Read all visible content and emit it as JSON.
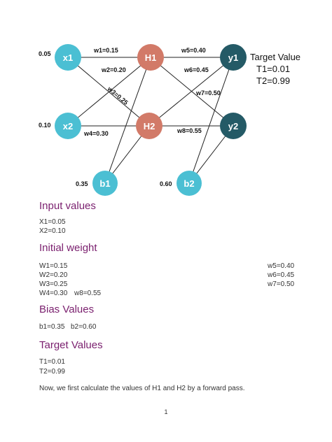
{
  "diagram": {
    "nodes": {
      "x1": "x1",
      "x2": "x2",
      "h1": "H1",
      "h2": "H2",
      "y1": "y1",
      "y2": "y2",
      "b1": "b1",
      "b2": "b2"
    },
    "input_labels": {
      "x1": "0.05",
      "x2": "0.10",
      "b1": "0.35",
      "b2": "0.60"
    },
    "weight_labels": {
      "w1": "w1=0.15",
      "w2": "w2=0.20",
      "w3": "w3=0.25",
      "w4": "w4=0.30",
      "w5": "w5=0.40",
      "w6": "w6=0.45",
      "w7": "w7=0.50",
      "w8": "w8=0.55"
    },
    "target": {
      "title": "Target Value",
      "t1": "T1=0.01",
      "t2": "T2=0.99"
    },
    "colors": {
      "input": "#4bbfd3",
      "hidden": "#d27a68",
      "output": "#245a66",
      "bias": "#4bbfd3",
      "node_text": "#ffffff"
    }
  },
  "sections": {
    "input_values": {
      "heading": "Input values",
      "lines": [
        "X1=0.05",
        "X2=0.10"
      ]
    },
    "initial_weight": {
      "heading": "Initial weight",
      "left": [
        "W1=0.15",
        "W2=0.20",
        "W3=0.25",
        "W4=0.30"
      ],
      "inline": "w8=0.55",
      "right": [
        "w5=0.40",
        "w6=0.45",
        "w7=0.50"
      ]
    },
    "bias_values": {
      "heading": "Bias Values",
      "b1": "b1=0.35",
      "b2": "b2=0.60"
    },
    "target_values": {
      "heading": "Target Values",
      "lines": [
        "T1=0.01",
        "T2=0.99"
      ]
    }
  },
  "paragraph": "Now, we first calculate the values of H1 and H2 by a forward pass.",
  "page_number": "1",
  "colors": {
    "heading": "#7a1f6e",
    "text": "#333333"
  }
}
